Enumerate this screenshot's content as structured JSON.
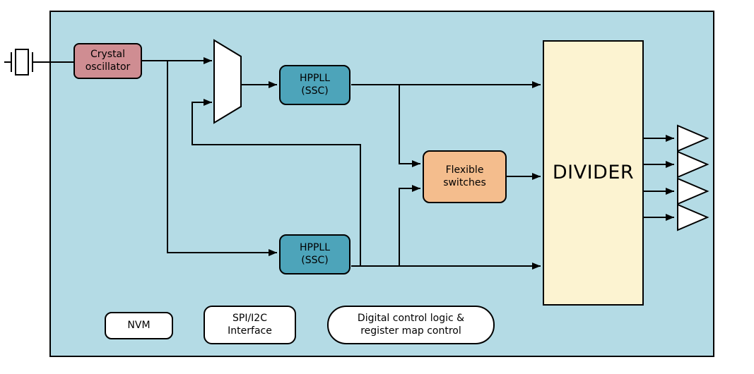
{
  "colors": {
    "chip_background": "#b4dbe5",
    "crystal_oscillator": "#cf8d92",
    "hppll": "#4da4ba",
    "flexible_switches": "#f4bd8d",
    "divider": "#fcf3d1",
    "pill": "#ffffff",
    "wire": "#000000"
  },
  "blocks": {
    "crystal_oscillator": {
      "lines": [
        "Crystal",
        "oscillator"
      ]
    },
    "hppll_top": {
      "lines": [
        "HPPLL",
        "(SSC)"
      ]
    },
    "hppll_bottom": {
      "lines": [
        "HPPLL",
        "(SSC)"
      ]
    },
    "flexible_switches": {
      "lines": [
        "Flexible",
        "switches"
      ]
    },
    "divider": {
      "label": "DIVIDER"
    },
    "nvm": {
      "label": "NVM"
    },
    "spi_i2c_interface": {
      "lines": [
        "SPI/I2C",
        "Interface"
      ]
    },
    "digital_control": {
      "lines": [
        "Digital control logic &",
        "register map control"
      ]
    }
  },
  "icons": {
    "crystal": "crystal-icon",
    "mux": "mux-shape",
    "output_buffer": "output-buffer-icon"
  },
  "outputs": {
    "buffer_count": 4
  }
}
